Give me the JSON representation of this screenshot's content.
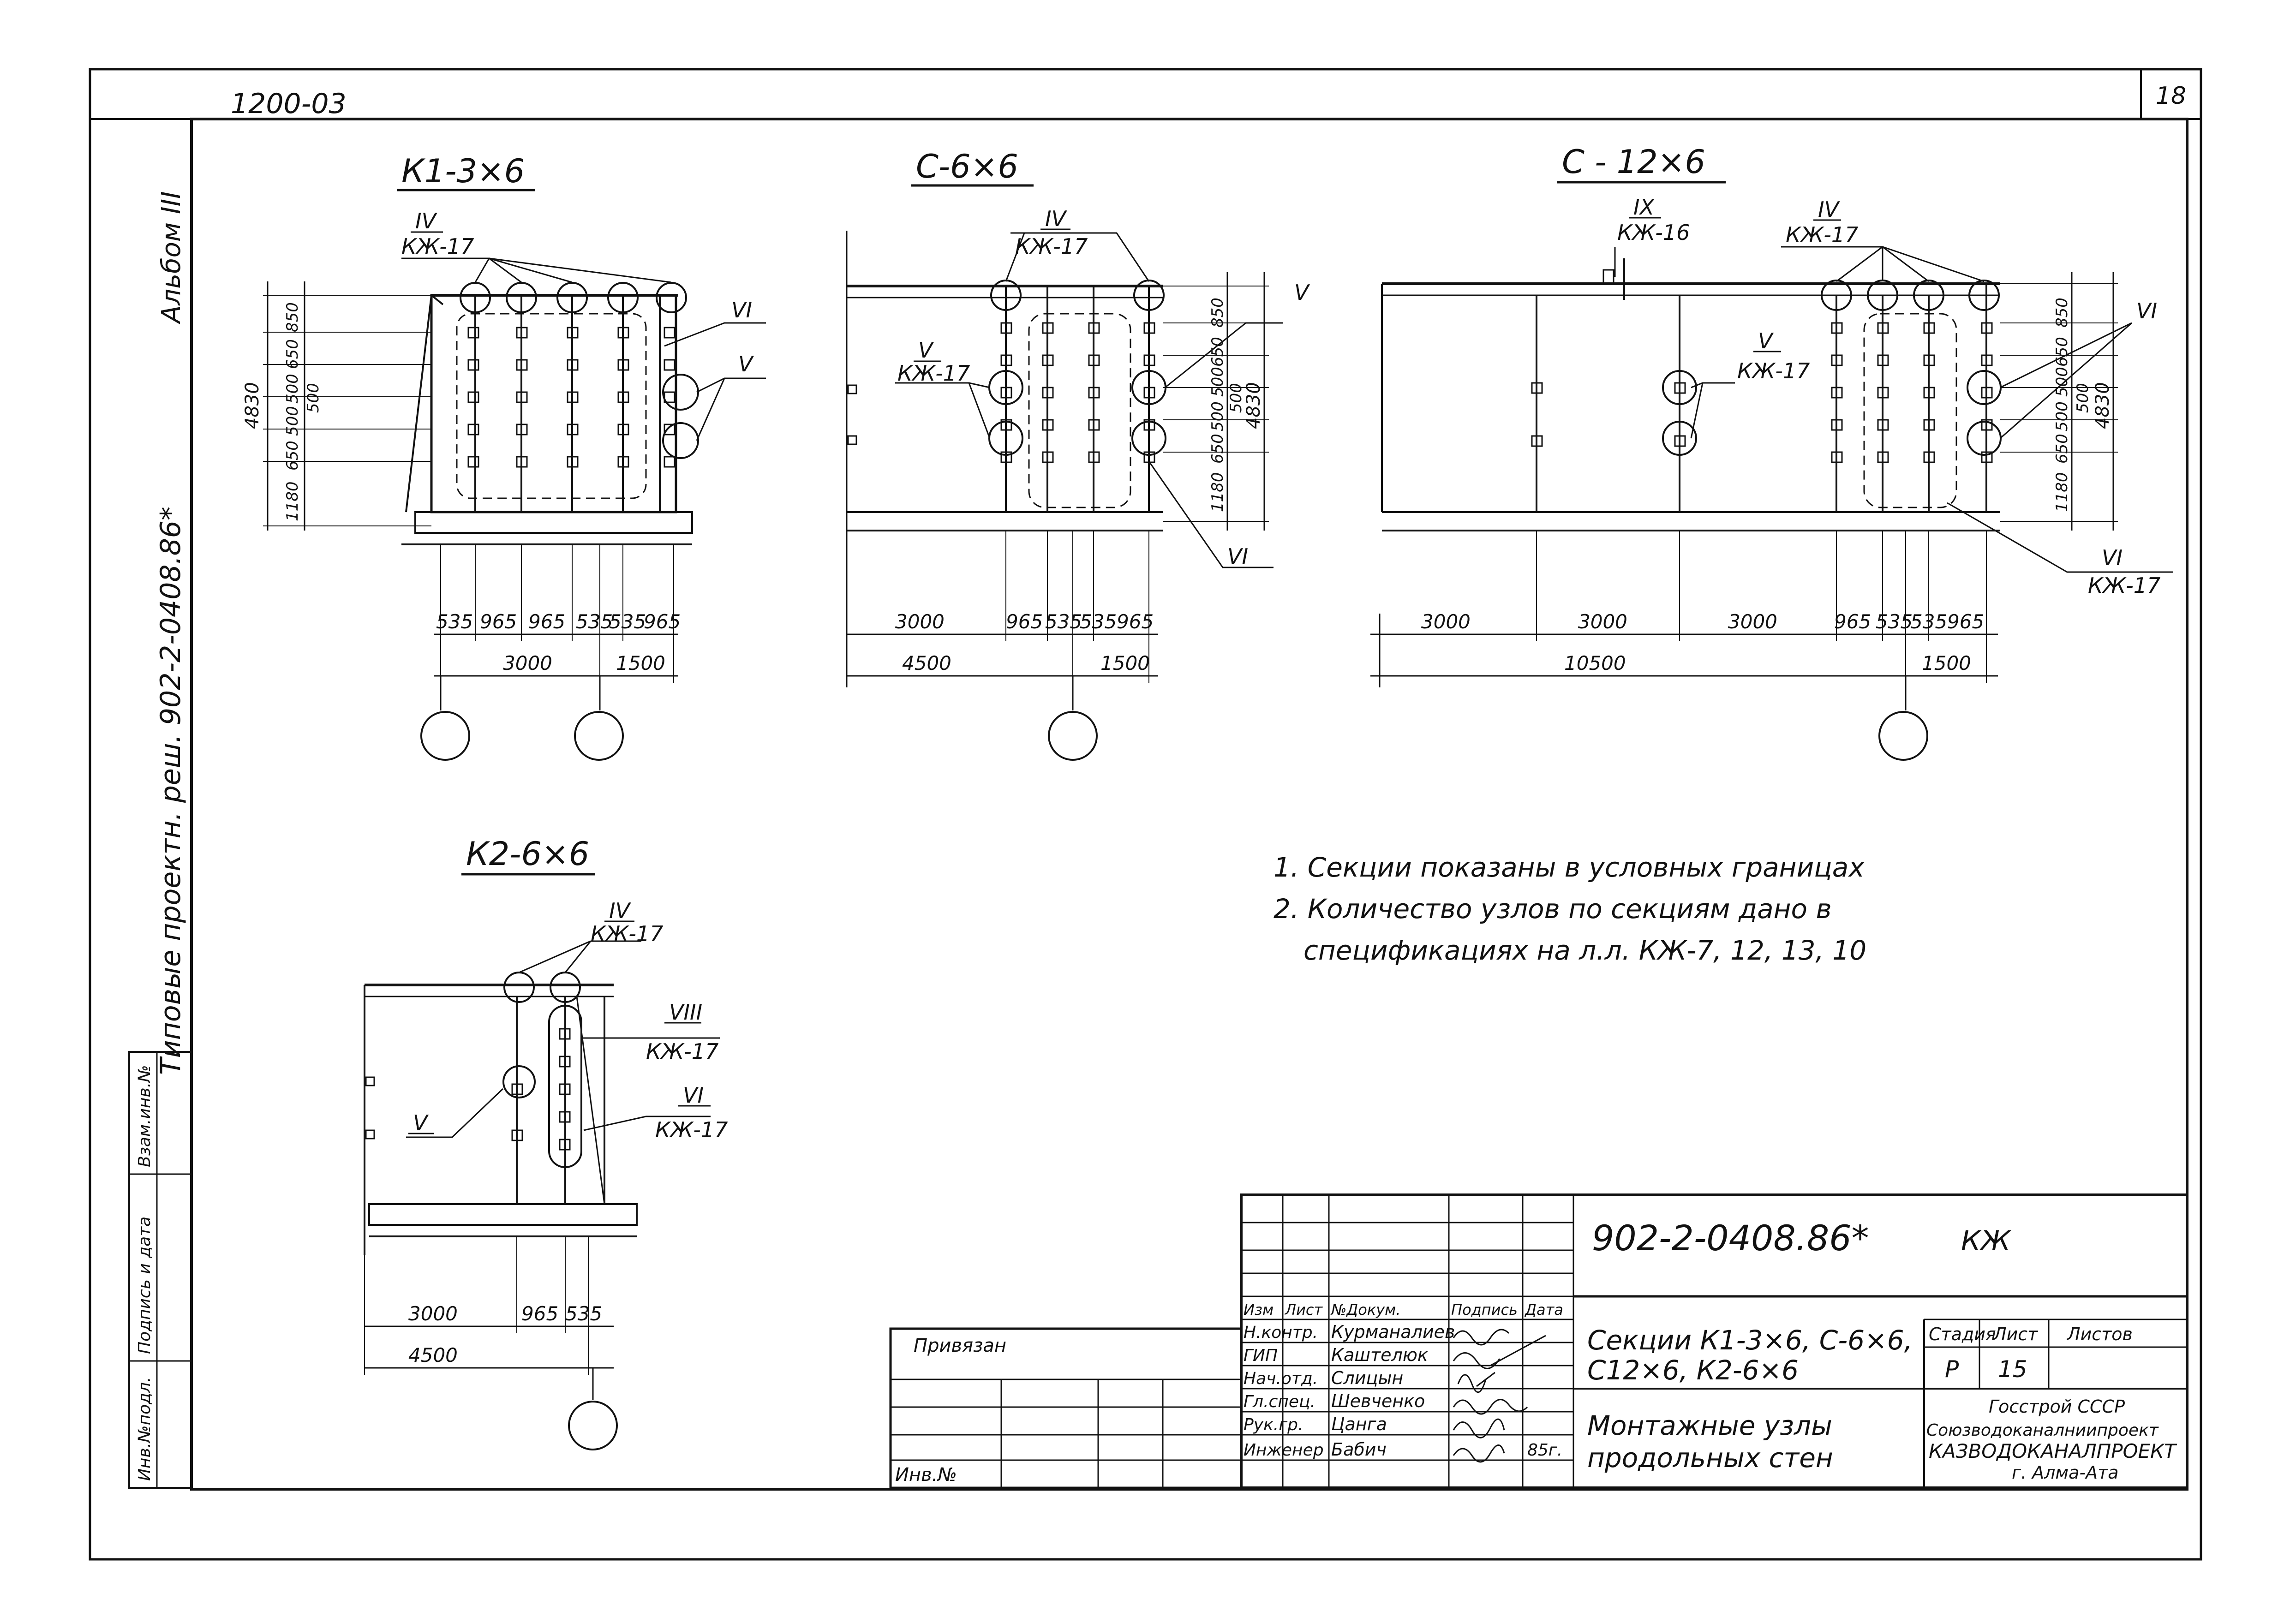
{
  "header": {
    "sheet_code": "1200-03",
    "sheet_number": "18",
    "side_album": "Альбом III",
    "side_series": "Типовые проектн. реш. 902-2-0408.86*"
  },
  "side_stamp": {
    "cells": [
      "Инв.№подл.",
      "Подпись и дата",
      "Взам.инв.№"
    ]
  },
  "sections": {
    "k1": {
      "title": "К1-3×6",
      "callout_iv": "IV",
      "callout_iv_code": "КЖ-17",
      "callout_vi": "VI",
      "callout_v": "V",
      "height_total": "4830",
      "height_dims": [
        "1180",
        "650",
        "500",
        "500",
        "500",
        "650",
        "850"
      ],
      "bottom_dims": [
        "535",
        "965",
        "965",
        "535",
        "535",
        "965"
      ],
      "span_dims": [
        "3000",
        "1500"
      ]
    },
    "c6": {
      "title": "С-6×6",
      "callout_iv": "IV",
      "callout_iv_code": "КЖ-17",
      "callout_v_left": "V",
      "callout_v_left_code": "КЖ-17",
      "callout_v_right": "V",
      "callout_vi": "VI",
      "height_total": "4830",
      "height_dims": [
        "1180",
        "650",
        "500",
        "500",
        "500",
        "650",
        "850"
      ],
      "bottom_dims": [
        "3000",
        "965",
        "535",
        "535",
        "965"
      ],
      "span_dims": [
        "4500",
        "1500"
      ]
    },
    "c12": {
      "title": "С - 12×6",
      "callout_ix": "IX",
      "callout_ix_code": "КЖ-16",
      "callout_iv": "IV",
      "callout_iv_code": "КЖ-17",
      "callout_v": "V",
      "callout_v_code": "КЖ-17",
      "callout_vi_right": "VI",
      "callout_vi_bottom": "VI",
      "callout_vi_bottom_code": "КЖ-17",
      "height_total": "4830",
      "height_dims": [
        "1180",
        "650",
        "500",
        "500",
        "500",
        "650",
        "850"
      ],
      "bottom_dims": [
        "3000",
        "3000",
        "3000",
        "965",
        "535",
        "535",
        "965"
      ],
      "span_dims": [
        "10500",
        "1500"
      ]
    },
    "k2": {
      "title": "К2-6×6",
      "callout_iv": "IV",
      "callout_iv_code": "КЖ-17",
      "callout_viii": "VIII",
      "callout_viii_code": "КЖ-17",
      "callout_vi": "VI",
      "callout_vi_code": "КЖ-17",
      "callout_v": "V",
      "bottom_dims": [
        "3000",
        "965",
        "535"
      ],
      "span_dims": [
        "4500"
      ]
    }
  },
  "notes": [
    "1. Секции  показаны  в  условных  границах",
    "2. Количество  узлов  по  секциям  дано  в",
    "спецификациях   на   л.л.  КЖ-7, 12, 13, 10"
  ],
  "title_block": {
    "code": "902-2-0408.86*",
    "mark": "КЖ",
    "headers": [
      "Изм",
      "Лист",
      "№Докум.",
      "Подпись",
      "Дата"
    ],
    "roles": [
      "Н.контр.",
      "ГИП",
      "Нач.отд.",
      "Гл.спец.",
      "Рук.гр.",
      "Инженер"
    ],
    "names": [
      "Курманалиев",
      "Каштелюк",
      "Слицын",
      "Шевченко",
      "Цанга",
      "Бабич"
    ],
    "date_cell": "85г.",
    "title_line1": "Секции К1-3×6, С-6×6,",
    "title_line2": "С12×6, К2-6×6",
    "subtitle_line1": "Монтажные  узлы",
    "subtitle_line2": "продольных  стен",
    "stage_label": "Стадия",
    "sheet_label": "Лист",
    "sheets_label": "Листов",
    "stage": "Р",
    "sheet": "15",
    "org_line1": "Госстрой СССР",
    "org_line2": "Союзводоканалниипроект",
    "org_line3": "КАЗВОДОКАНАЛПРОЕКТ",
    "org_line4": "г. Алма-Ата",
    "bound_label": "Привязан",
    "inv_label": "Инв.№"
  }
}
